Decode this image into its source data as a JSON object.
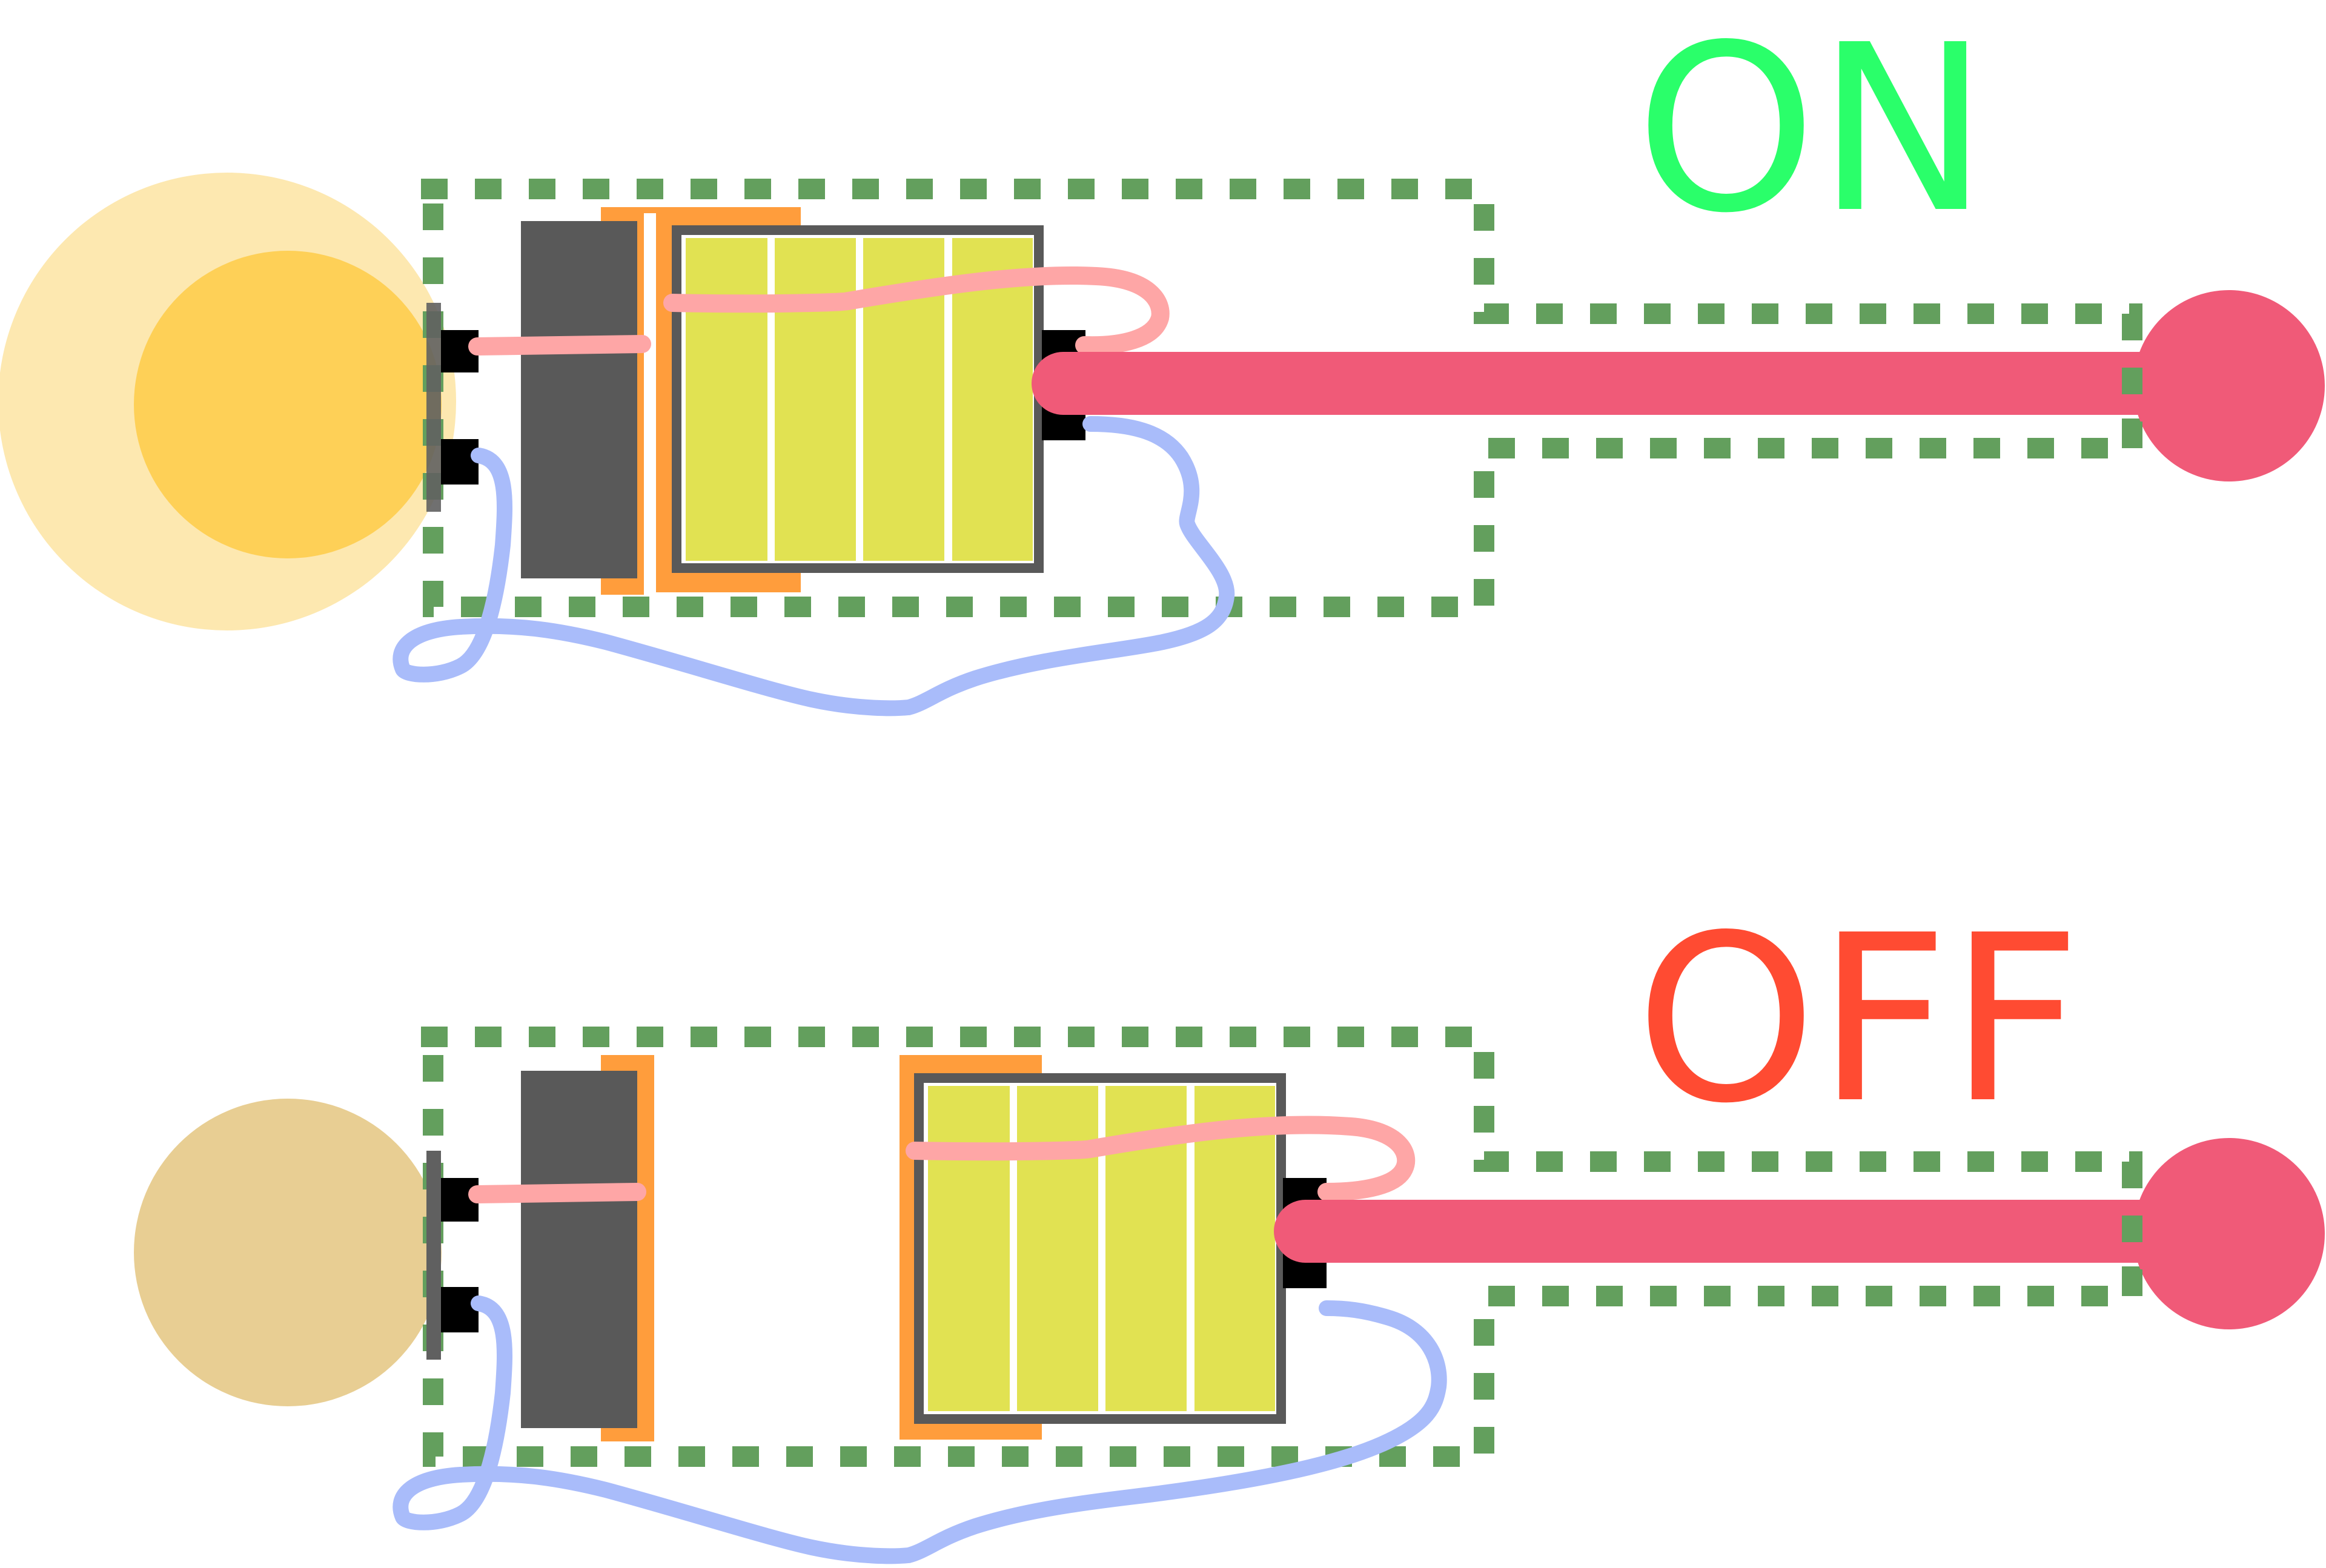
{
  "states": [
    {
      "key": "on",
      "label": "ON",
      "color": "#2aff6a"
    },
    {
      "key": "off",
      "label": "OFF",
      "color": "#ff4b32"
    }
  ],
  "colors": {
    "glow_outer": "#fde8b0",
    "bulb_lit": "#fed057",
    "bulb_unlit": "#e8ce93",
    "housing_outline": "#639f5d",
    "terminal": "#000000",
    "contact_plate": "#606060",
    "insulator": "#595959",
    "spring_flange": "#ff9d3c",
    "battery_frame": "#595959",
    "battery_cell": "#e1e252",
    "wire_positive": "#fea6a6",
    "wire_negative": "#a9bcfa",
    "switch_lever": "#f05a78"
  },
  "icons": [
    "light-bulb-icon",
    "battery-pack-icon",
    "switch-lever-icon"
  ]
}
